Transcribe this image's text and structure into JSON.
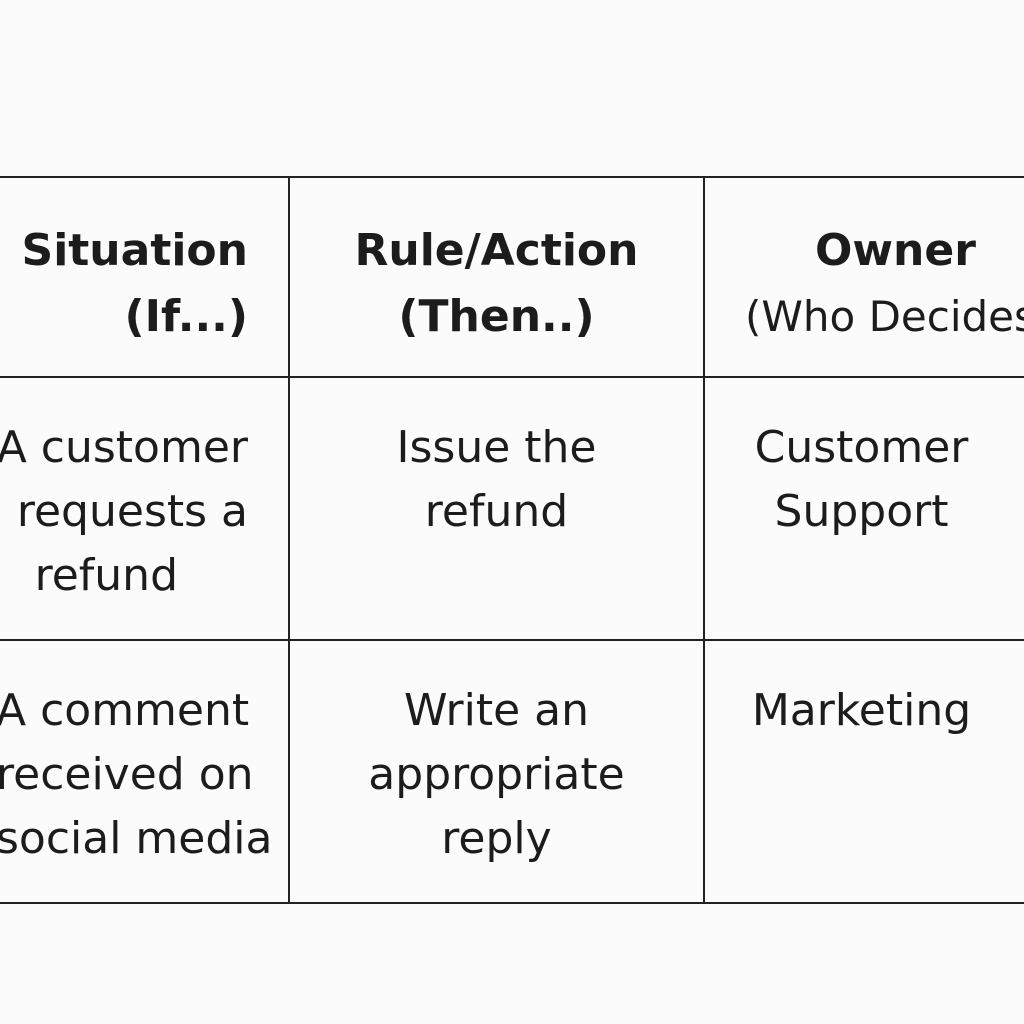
{
  "table": {
    "headers": [
      {
        "title": "Situation",
        "subtitle": "(If...)"
      },
      {
        "title": "Rule/Action",
        "subtitle": "(Then..)"
      },
      {
        "title": "Owner",
        "subtitle": "(Who Decides)"
      }
    ],
    "rows": [
      {
        "situation": [
          "A customer",
          "requests a",
          "refund"
        ],
        "action": [
          "Issue the",
          "refund"
        ],
        "owner": [
          "Customer",
          "Support"
        ]
      },
      {
        "situation": [
          "A comment",
          "received on",
          "social media"
        ],
        "action": [
          "Write an",
          "appropriate",
          "reply"
        ],
        "owner": [
          "Marketing"
        ]
      }
    ]
  }
}
